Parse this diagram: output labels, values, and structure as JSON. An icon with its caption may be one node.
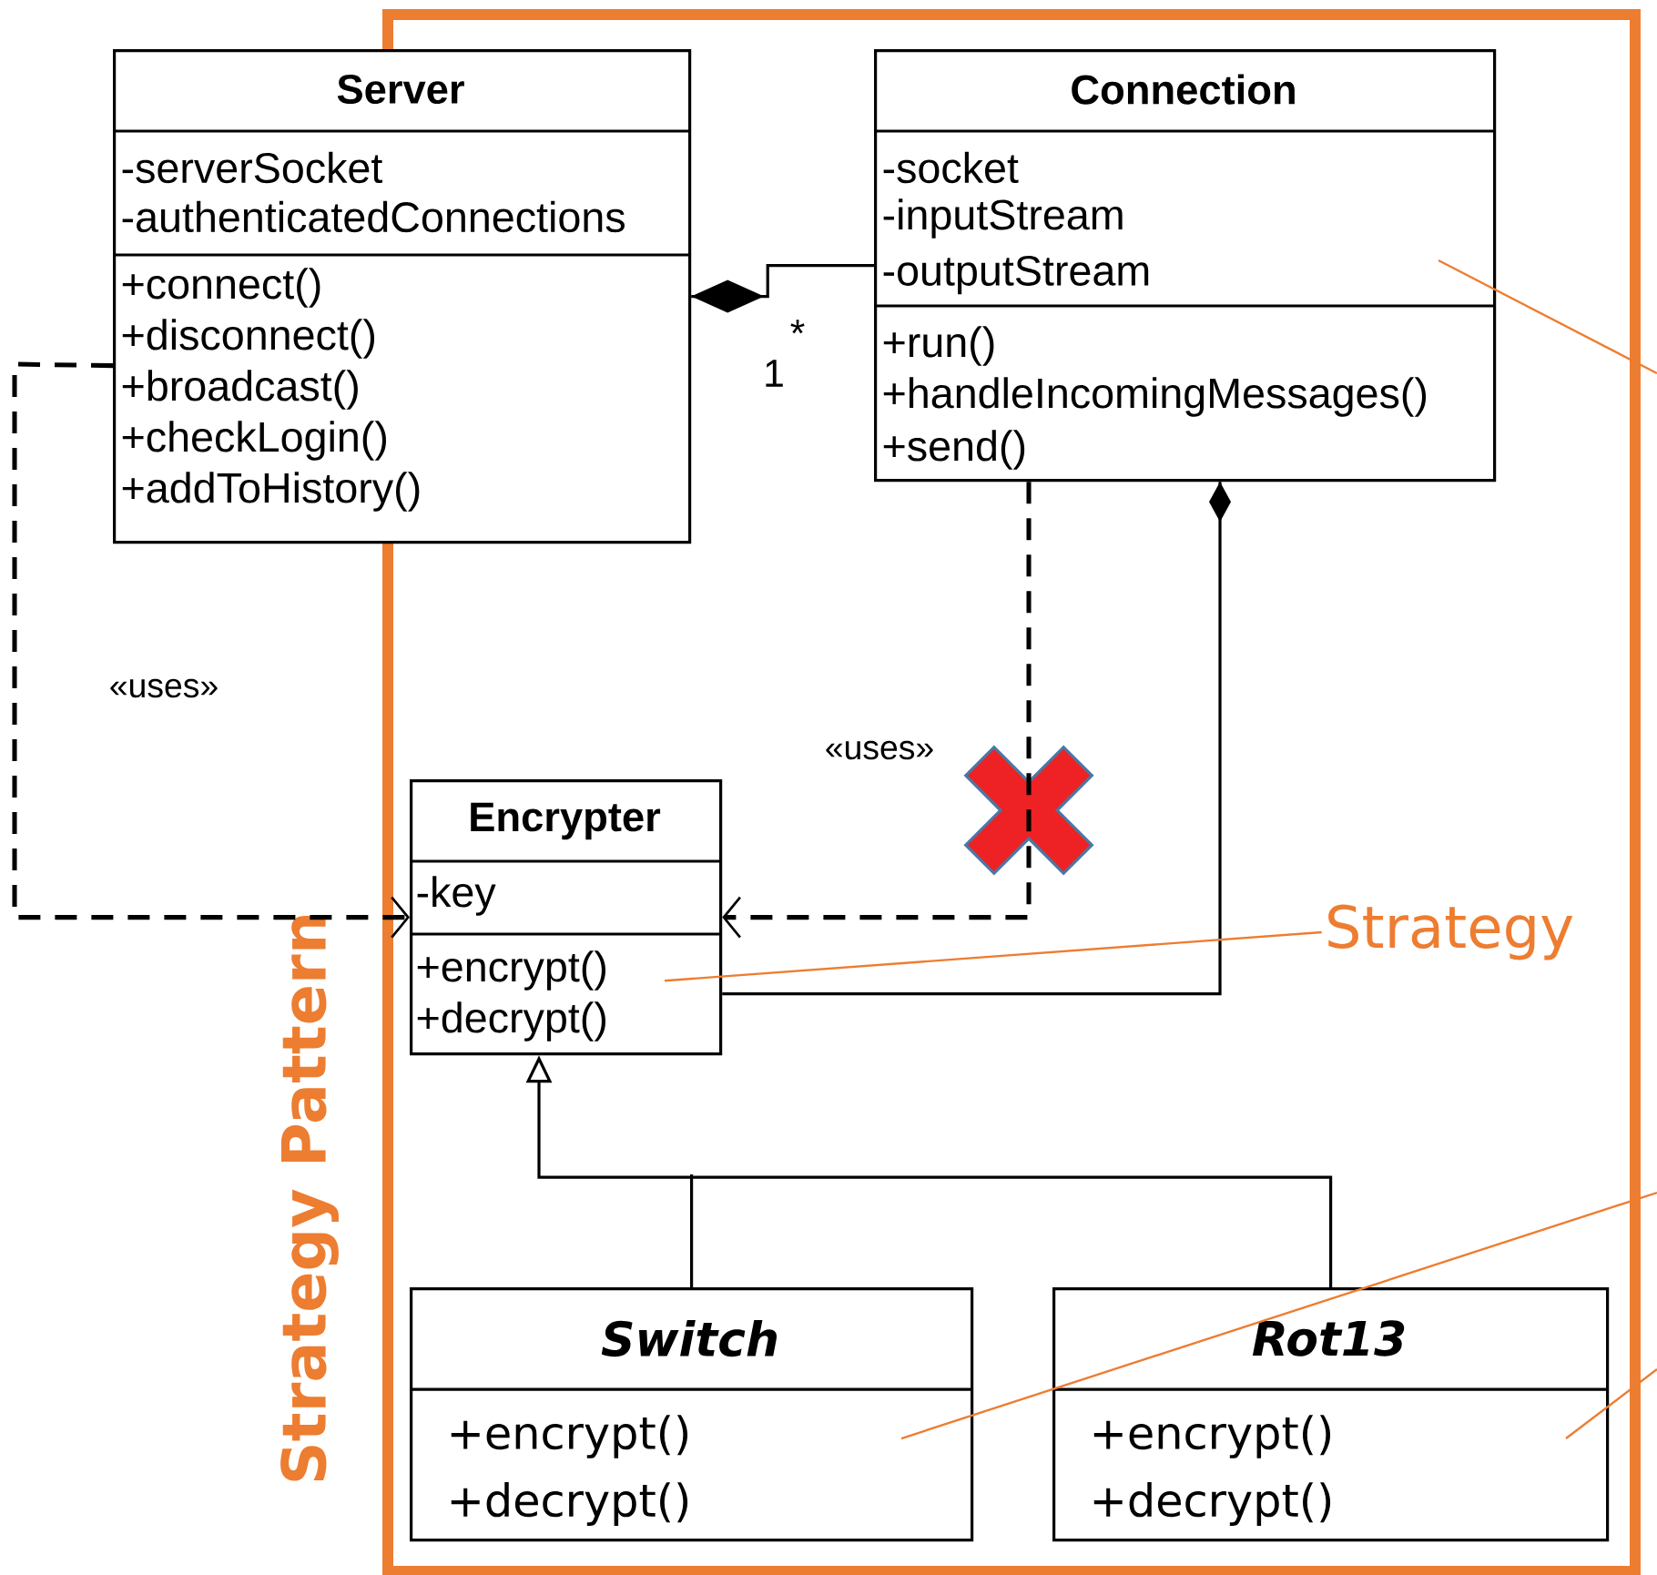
{
  "diagram": {
    "nodes": [
      {
        "text": [
          "Server",
          "-serverSocket",
          "-authenticatedConnections",
          "+connect()",
          "+disconnect()",
          "+broadcast()",
          "+checkLogin()",
          "+addToHistory()"
        ]
      },
      {
        "text": [
          "Strategy Pattern"
        ]
      },
      {
        "text": [
          "Connection",
          "-socket",
          "-inputStream",
          "-outputStream",
          "+run()",
          "+handleIncomingMessages()",
          "+send()"
        ],
        "in": 1
      },
      {
        "text": [
          "Encrypter",
          "-key",
          "+encrypt()",
          "+decrypt()"
        ],
        "in": 1
      },
      {
        "text": [
          "Switch",
          "+encrypt()",
          "+decrypt()"
        ],
        "in": 1
      },
      {
        "text": [
          "Rot13",
          "+encrypt()",
          "+decrypt()"
        ],
        "in": 1
      },
      {
        "text": [
          "Strategy"
        ],
        "in": 1
      }
    ],
    "edges": [
      {
        "from": 0,
        "to": 2,
        "arrow": "other"
      },
      {
        "from": 0,
        "to": 3,
        "arrow": "to",
        "label": "«uses»",
        "style": "dashed"
      },
      {
        "from": 2,
        "to": 3,
        "arrow": "to",
        "label": "«uses»",
        "style": "dashed"
      },
      {
        "from": 2,
        "to": 3,
        "arrow": "other"
      },
      {
        "from": 4,
        "to": 3,
        "arrow": "to"
      },
      {
        "from": 5,
        "to": 3,
        "arrow": "to"
      },
      {
        "from": 6,
        "to": 3,
        "arrow": "none",
        "color": "#ed7d31"
      },
      {
        "from": null,
        "to": 2,
        "arrow": "none",
        "color": "#ed7d31"
      },
      {
        "from": null,
        "to": 4,
        "arrow": "none",
        "color": "#ed7d31"
      },
      {
        "from": null,
        "to": 5,
        "arrow": "none",
        "color": "#ed7d31"
      }
    ],
    "labels": [
      "1",
      "*"
    ]
  }
}
